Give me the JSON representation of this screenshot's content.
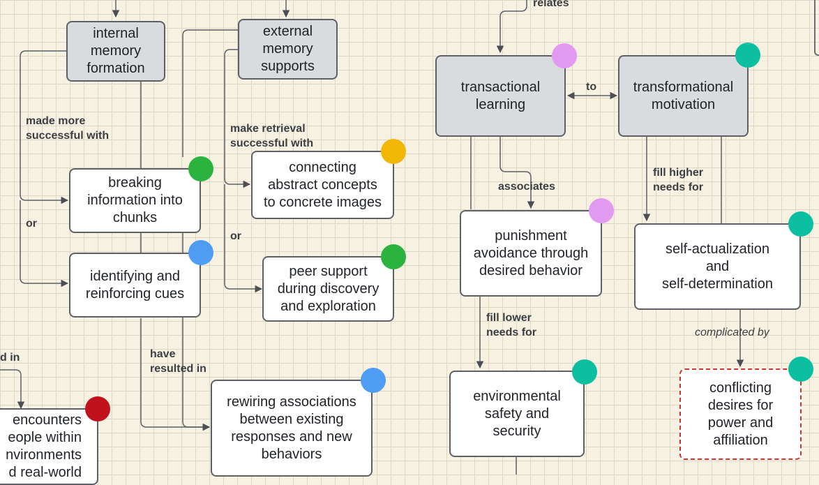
{
  "nodes": {
    "internal_memory": "internal\nmemory\nformation",
    "external_memory": "external\nmemory\nsupports",
    "breaking_info": "breaking\ninformation into\nchunks",
    "identifying_cues": "identifying and\nreinforcing cues",
    "connecting_abstract": "connecting\nabstract concepts\nto concrete images",
    "peer_support": "peer support\nduring discovery\nand exploration",
    "rewiring": "rewiring associations\nbetween existing\nresponses and new\nbehaviors",
    "encounters": "encounters\neople within\nnvironments\nd real-world",
    "transactional": "transactional\nlearning",
    "transformational": "transformational\nmotivation",
    "punishment": "punishment\navoidance through\ndesired behavior",
    "self_actualization": "self-actualization\nand\nself-determination",
    "environmental": "environmental\nsafety and\nsecurity",
    "conflicting": "conflicting\ndesires for\npower and\naffiliation"
  },
  "labels": {
    "made_more": "made more\nsuccessful with",
    "or_left": "or",
    "make_retrieval": "make retrieval\nsuccessful with",
    "or_mid": "or",
    "have_resulted": "have\nresulted in",
    "d_in": "d in",
    "relates": "relates",
    "to": "to",
    "associates": "associates",
    "fill_higher": "fill higher\nneeds for",
    "fill_lower": "fill lower\nneeds for",
    "complicated_by": "complicated by"
  },
  "colors": {
    "green": "#2ab33e",
    "yellow": "#f2b705",
    "blue": "#4f9cf5",
    "red": "#c1121b",
    "pink": "#e29af0",
    "teal": "#0bbfa0",
    "dashed_border": "#d0322d",
    "node_gray": "#d9dbdf",
    "line": "#5d6167"
  }
}
